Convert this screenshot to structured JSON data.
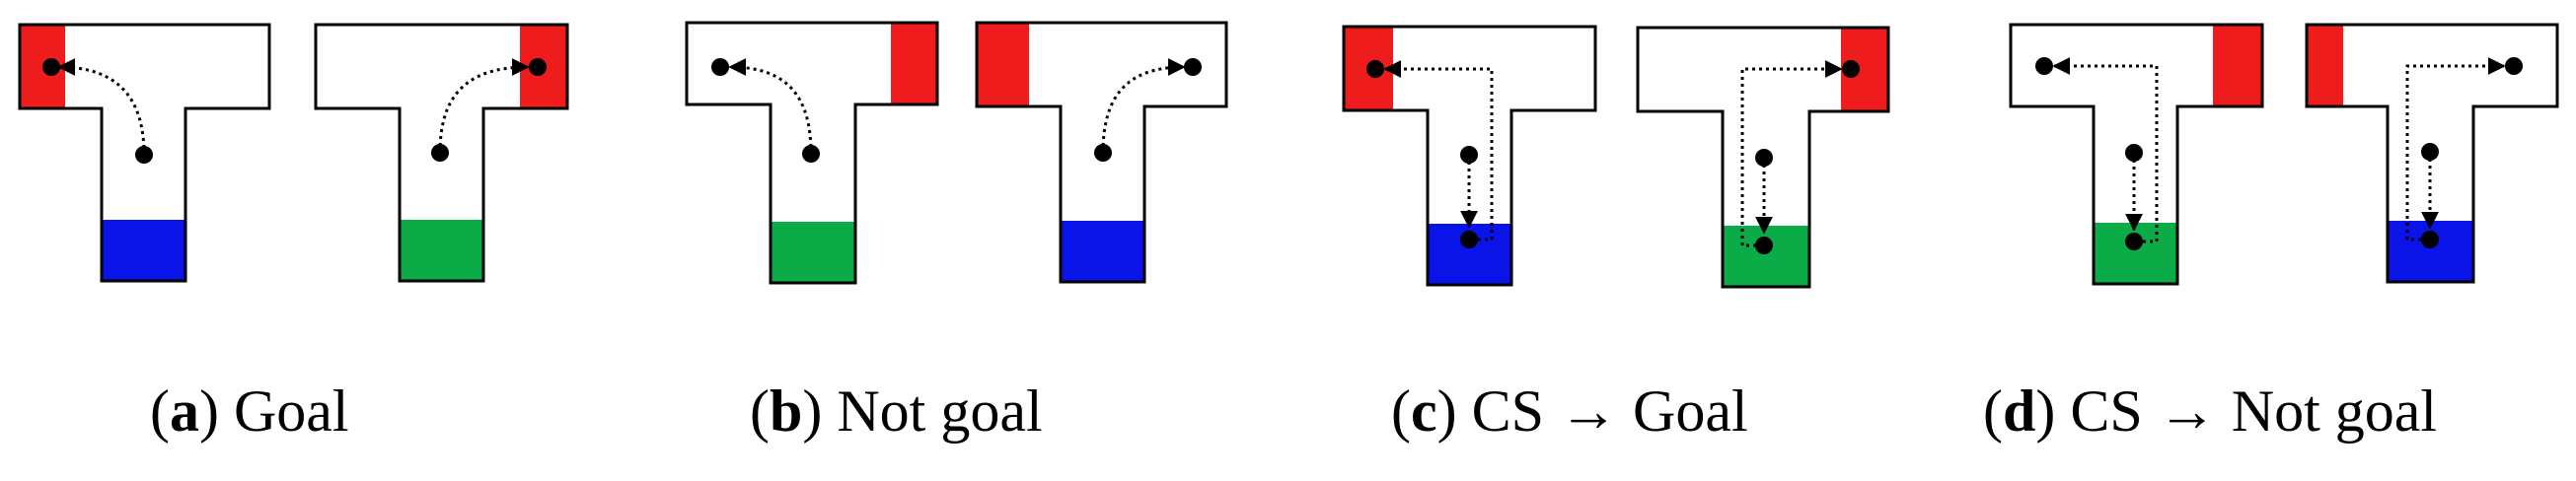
{
  "colors": {
    "red": "#ee1c1c",
    "blue": "#0a14e8",
    "green": "#0bab47",
    "outline": "#000000"
  },
  "panels": [
    {
      "letter": "a",
      "caption": "Goal",
      "label_open": "(",
      "label_close": ")"
    },
    {
      "letter": "b",
      "caption": "Not goal",
      "label_open": "(",
      "label_close": ")"
    },
    {
      "letter": "c",
      "caption": "CS → Goal",
      "label_open": "(",
      "label_close": ")"
    },
    {
      "letter": "d",
      "caption": "CS → Not goal",
      "label_open": "(",
      "label_close": ")"
    }
  ],
  "mazes": [
    {
      "panel": "a",
      "cue_side": "left",
      "bottom_color": "blue",
      "path": "to-left",
      "dot_in_bottom": false
    },
    {
      "panel": "a",
      "cue_side": "right",
      "bottom_color": "green",
      "path": "to-right",
      "dot_in_bottom": false
    },
    {
      "panel": "b",
      "cue_side": "right",
      "bottom_color": "green",
      "path": "to-left",
      "dot_in_bottom": false
    },
    {
      "panel": "b",
      "cue_side": "left",
      "bottom_color": "blue",
      "path": "to-right",
      "dot_in_bottom": false
    },
    {
      "panel": "c",
      "cue_side": "left",
      "bottom_color": "blue",
      "path": "down-then-left",
      "dot_in_bottom": true
    },
    {
      "panel": "c",
      "cue_side": "right",
      "bottom_color": "green",
      "path": "down-then-right",
      "dot_in_bottom": true
    },
    {
      "panel": "d",
      "cue_side": "right",
      "bottom_color": "green",
      "path": "down-then-left",
      "dot_in_bottom": true
    },
    {
      "panel": "d",
      "cue_side": "left",
      "bottom_color": "blue",
      "path": "down-then-right",
      "dot_in_bottom": true
    }
  ]
}
